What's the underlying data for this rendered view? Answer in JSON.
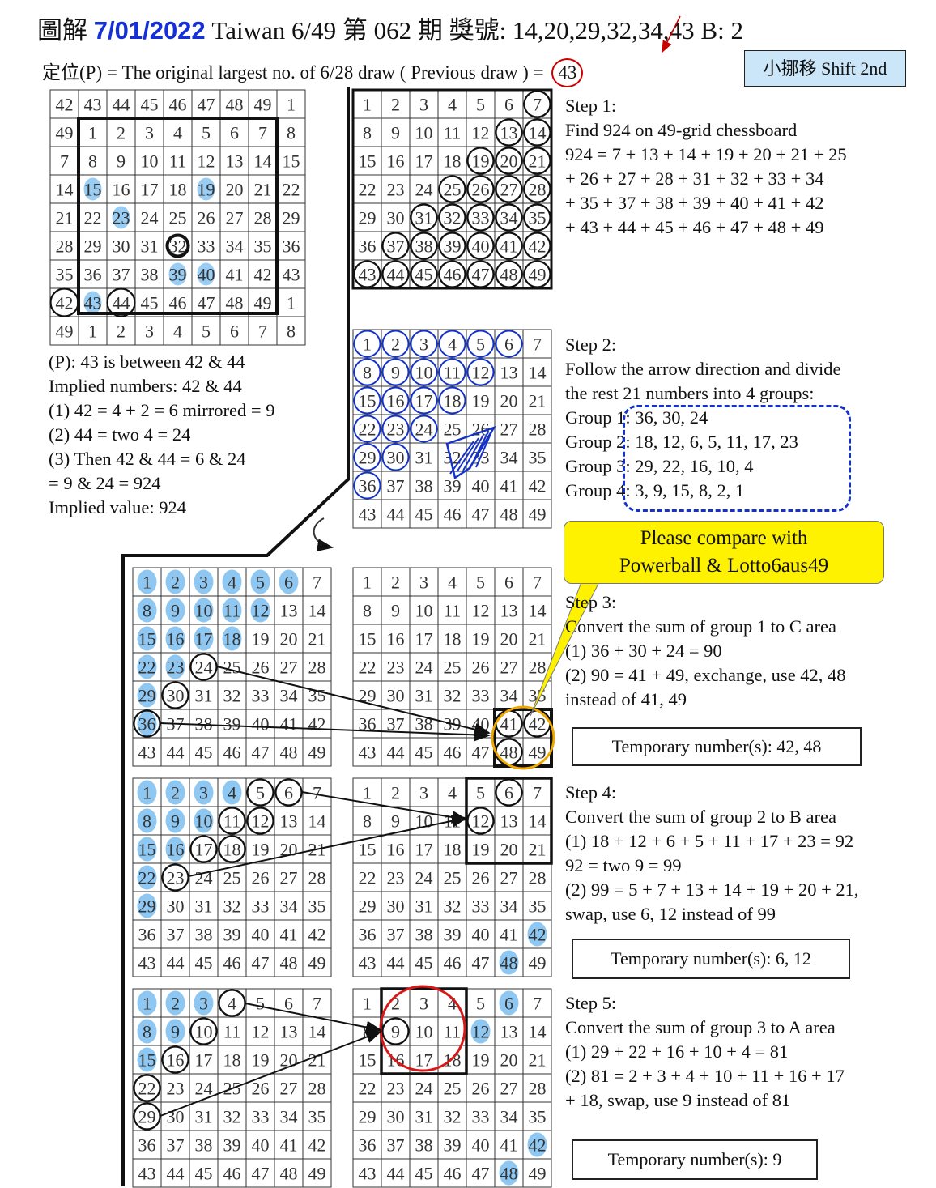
{
  "header": {
    "prefix": "圖解",
    "date": "7/01/2022",
    "rest": "Taiwan 6/49 第 062 期 獎號:  14,20,29,32,34,43  B: 2",
    "subtitle": "定位(P) = The original largest no. of 6/28 draw ( Previous draw ) =",
    "p_value": "43",
    "shift_label": "小挪移 Shift 2nd"
  },
  "left_notes": [
    "(P): 43 is between 42 & 44",
    "Implied numbers:  42 & 44",
    "(1)  42 = 4 + 2 = 6 mirrored = 9",
    "(2)  44 = two 4 = 24",
    "(3) Then 42 & 44 = 6 & 24",
    "      = 9 & 24 = 924",
    "Implied value:   924"
  ],
  "step1": [
    "Step 1:",
    "Find 924 on 49-grid chessboard",
    "924 = 7 + 13 + 14 + 19 + 20 + 21 + 25",
    "     + 26 + 27 + 28 + 31 + 32 + 33 + 34",
    "     + 35 + 37 + 38 + 39 + 40 + 41 + 42",
    "     + 43 + 44 + 45 + 46 + 47 + 48 + 49"
  ],
  "step2": [
    "Step 2:",
    "Follow the arrow direction and divide",
    "the rest 21 numbers into 4 groups:",
    "Group 1:  36, 30, 24",
    "Group 2:  18, 12, 6, 5, 11, 17, 23",
    "Group 3:  29, 22, 16, 10, 4",
    "Group 4:  3, 9, 15, 8, 2, 1"
  ],
  "callout": [
    "Please compare with",
    "Powerball & Lotto6aus49"
  ],
  "step3": [
    "Step 3:",
    "Convert the sum of group 1 to C area",
    "(1) 36 + 30 + 24 = 90",
    "(2) 90 = 41 + 49, exchange, use 42, 48",
    "      instead of 41, 49"
  ],
  "step3_temp": "Temporary number(s):  42, 48",
  "step4": [
    "Step 4:",
    "Convert the sum of group 2 to B area",
    "(1) 18 + 12 + 6 + 5 + 11 + 17 + 23 = 92",
    "      92 = two 9 = 99",
    "(2) 99 = 5 + 7 + 13 + 14 + 19 + 20 + 21,",
    "      swap, use 6, 12 instead of  99"
  ],
  "step4_temp": "Temporary number(s):  6, 12",
  "step5": [
    "Step 5:",
    "Convert the sum of group 3 to A area",
    "(1)  29 + 22 + 16 + 10 + 4 = 81",
    "(2) 81 = 2 + 3 + 4 + 10 + 11 + 16 + 17",
    "      + 18, swap, use 9 instead of 81"
  ],
  "step5_temp": "Temporary number(s):  9",
  "grids": {
    "big": {
      "rows": [
        [
          42,
          43,
          44,
          45,
          46,
          47,
          48,
          49,
          1
        ],
        [
          49,
          1,
          2,
          3,
          4,
          5,
          6,
          7,
          8
        ],
        [
          7,
          8,
          9,
          10,
          11,
          12,
          13,
          14,
          15
        ],
        [
          14,
          15,
          16,
          17,
          18,
          19,
          20,
          21,
          22
        ],
        [
          21,
          22,
          23,
          24,
          25,
          26,
          27,
          28,
          29
        ],
        [
          28,
          29,
          30,
          31,
          32,
          33,
          34,
          35,
          36
        ],
        [
          35,
          36,
          37,
          38,
          39,
          40,
          41,
          42,
          43
        ],
        [
          42,
          43,
          44,
          45,
          46,
          47,
          48,
          49,
          1
        ],
        [
          49,
          1,
          2,
          3,
          4,
          5,
          6,
          7,
          8
        ]
      ],
      "blue": [
        15,
        19,
        23,
        39,
        40,
        43
      ],
      "circled": [
        42,
        44
      ],
      "bold_circle": 32
    },
    "g1_circled": [
      7,
      13,
      14,
      19,
      20,
      21,
      25,
      26,
      27,
      28,
      31,
      32,
      33,
      34,
      35,
      37,
      38,
      39,
      40,
      41,
      42,
      43,
      44,
      45,
      46,
      47,
      48,
      49
    ],
    "g2_blue_circled": [
      1,
      2,
      3,
      4,
      5,
      6,
      8,
      9,
      10,
      11,
      12,
      15,
      16,
      17,
      18,
      22,
      23,
      24,
      29,
      30,
      36
    ],
    "g3_blue": [
      1,
      2,
      3,
      4,
      5,
      6,
      8,
      9,
      10,
      11,
      12,
      15,
      16,
      17,
      18,
      22,
      23,
      29,
      36
    ],
    "g3_circled": [
      24,
      30,
      36
    ],
    "g4_circled": [
      41,
      42,
      48
    ],
    "g5_blue": [
      1,
      2,
      3,
      4,
      8,
      9,
      10,
      15,
      16,
      22,
      29
    ],
    "g5_circled": [
      5,
      6,
      11,
      12,
      17,
      18,
      23
    ],
    "g6_circled": [
      6,
      12
    ],
    "g6_blue": [
      42,
      48
    ],
    "g7_blue": [
      1,
      2,
      3,
      8,
      9,
      15
    ],
    "g7_circled": [
      4,
      10,
      16,
      22,
      29
    ],
    "g8_circled": [
      9
    ],
    "g8_blue": [
      6,
      12,
      42,
      48
    ]
  },
  "colors": {
    "blue_dot": "#8ec8f2",
    "date_blue": "#1530d8",
    "group_outline": "#1432c8",
    "red_circle": "#d81818",
    "orange_circle": "#f0a800",
    "callout_bg": "#fff200",
    "shift_bg": "#cbe6f8"
  }
}
